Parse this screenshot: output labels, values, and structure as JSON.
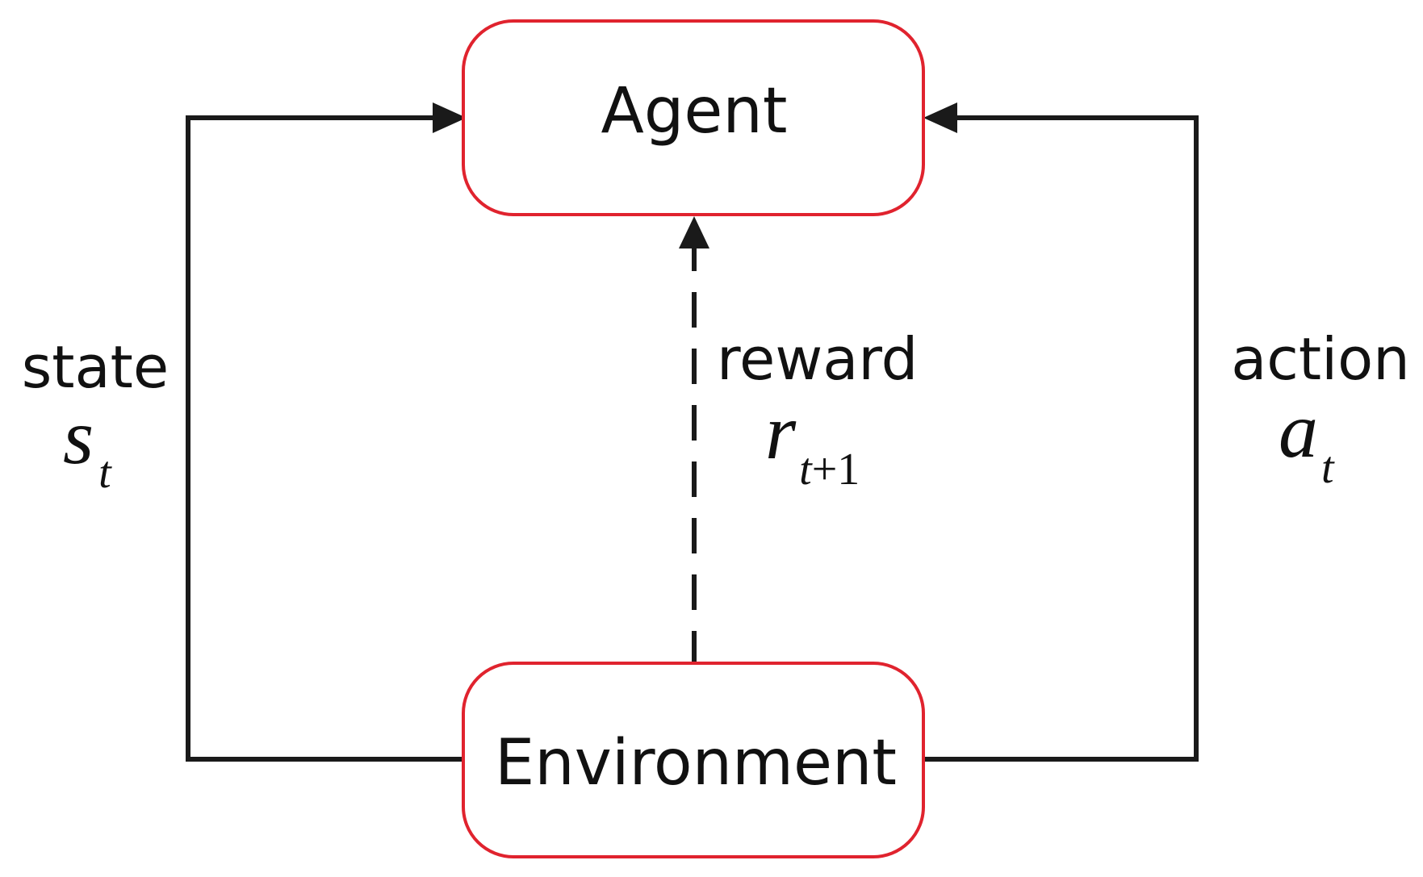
{
  "nodes": {
    "agent": {
      "label": "Agent"
    },
    "environment": {
      "label": "Environment"
    }
  },
  "edges": {
    "state": {
      "label": "state",
      "symbol": "s",
      "subscript": "t"
    },
    "reward": {
      "label": "reward",
      "symbol": "r",
      "subscript_var": "t",
      "subscript_rest": "+1"
    },
    "action": {
      "label": "action",
      "symbol": "a",
      "subscript": "t"
    }
  },
  "colors": {
    "box_border": "#e0232e",
    "line": "#1a1a1a",
    "text": "#111111"
  }
}
